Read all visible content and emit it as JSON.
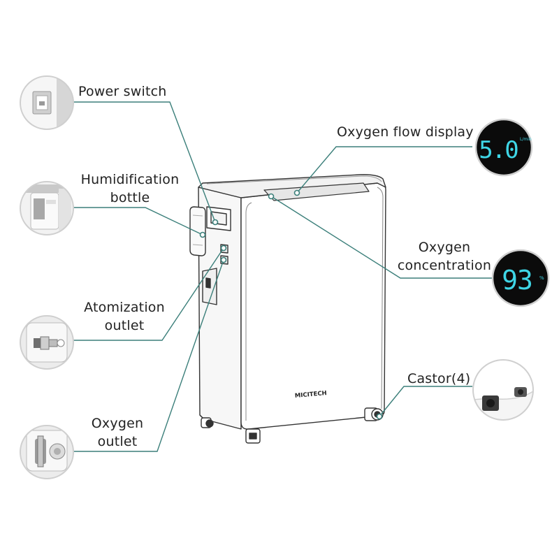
{
  "callouts": {
    "power_switch": "Power switch",
    "humidification_bottle": [
      "Humidification",
      "bottle"
    ],
    "atomization_outlet": [
      "Atomization",
      "outlet"
    ],
    "oxygen_outlet": [
      "Oxygen",
      "outlet"
    ],
    "oxygen_flow_display": "Oxygen flow display",
    "oxygen_concentration": [
      "Oxygen",
      "concentration"
    ],
    "castor": "Castor(4)"
  },
  "device": {
    "brand": "MICITECH"
  },
  "displays": {
    "flow_value": "5.0",
    "flow_unit": "L/min",
    "concentration_value": "93",
    "concentration_unit": "%"
  },
  "colors": {
    "leader_line": "#3b7f7a",
    "digit_cyan": "#3fd6e6",
    "circle_border": "#cfcfcf",
    "display_bg": "#0b0b0b"
  }
}
